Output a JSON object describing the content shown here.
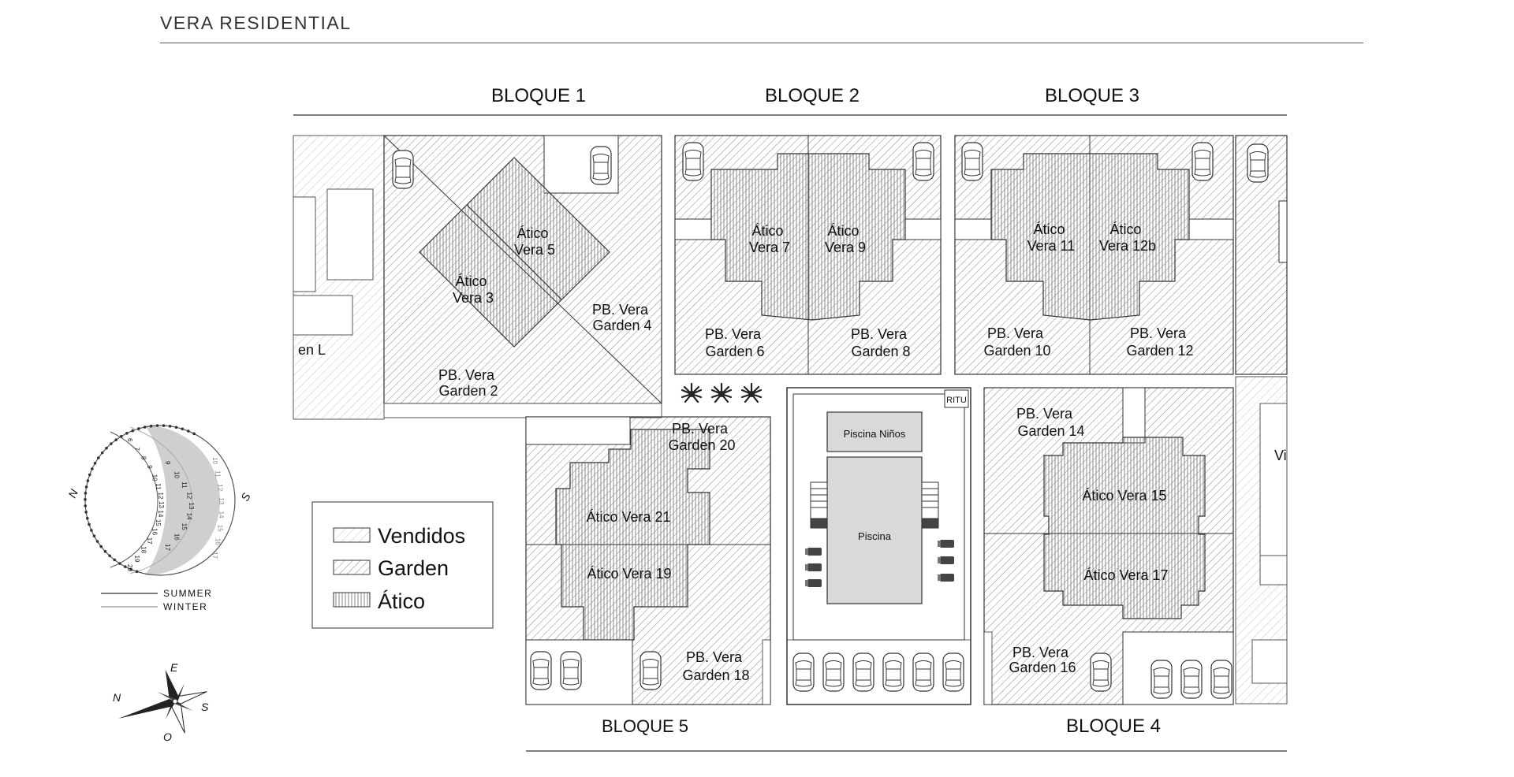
{
  "header": {
    "title": "VERA RESIDENTIAL"
  },
  "blocks": {
    "b1": "BLOQUE 1",
    "b2": "BLOQUE 2",
    "b3": "BLOQUE 3",
    "b4": "BLOQUE 4",
    "b5": "BLOQUE 5"
  },
  "units": {
    "atico3": [
      "Ático",
      "Vera  3"
    ],
    "atico5": [
      "Ático",
      "Vera  5"
    ],
    "garden4": [
      "PB. Vera",
      "Garden 4"
    ],
    "garden2": [
      "PB. Vera",
      "Garden 2"
    ],
    "atico7": [
      "Ático",
      "Vera  7"
    ],
    "atico9": [
      "Ático",
      "Vera  9"
    ],
    "garden6": [
      "PB. Vera",
      "Garden 6"
    ],
    "garden8": [
      "PB. Vera",
      "Garden 8"
    ],
    "atico11": [
      "Ático",
      "Vera  11"
    ],
    "atico12b": [
      "Ático",
      "Vera  12b"
    ],
    "garden10": [
      "PB. Vera",
      "Garden 10"
    ],
    "garden12": [
      "PB. Vera",
      "Garden 12"
    ],
    "garden20": [
      "PB. Vera",
      "Garden 20"
    ],
    "atico21": "Ático Vera  21",
    "atico19": "Ático Vera  19",
    "garden18": [
      "PB. Vera",
      "Garden 18"
    ],
    "garden14": [
      "PB. Vera",
      "Garden 14"
    ],
    "atico15": "Ático Vera  15",
    "atico17": "Ático Vera  17",
    "garden16": [
      "PB. Vera",
      "Garden 16"
    ],
    "partialL": "en L",
    "partialV": "Vi"
  },
  "pool": {
    "kids": "Piscina Niños",
    "main": "Piscina",
    "ritu": "RITU"
  },
  "legend": [
    {
      "key": "vendidos",
      "label": "Vendidos"
    },
    {
      "key": "garden",
      "label": "Garden"
    },
    {
      "key": "atico",
      "label": "Ático"
    }
  ],
  "sun": {
    "summer": "SUMMER",
    "winter": "WINTER",
    "north": "N",
    "south": "S",
    "outer_hours": [
      "6",
      "7",
      "8",
      "9",
      "10",
      "11",
      "12",
      "13",
      "14",
      "15",
      "16",
      "17",
      "18",
      "19",
      "20"
    ],
    "mid_hours": [
      "9",
      "10",
      "11",
      "12",
      "13",
      "14",
      "15",
      "16",
      "17"
    ],
    "inner_hours": [
      "10",
      "11",
      "12",
      "13",
      "14",
      "15",
      "16",
      "17"
    ]
  },
  "compass": {
    "n": "N",
    "e": "E",
    "s": "S",
    "o": "O"
  }
}
